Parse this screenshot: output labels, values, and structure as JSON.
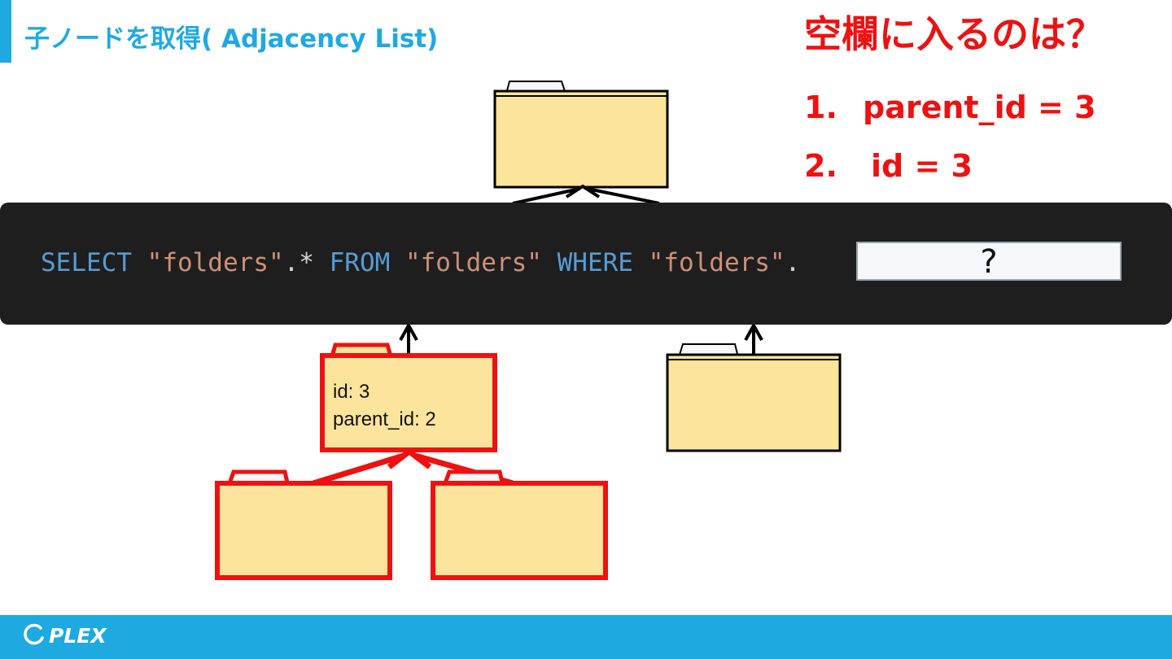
{
  "slide": {
    "title": "子ノードを取得( Adjacency List)",
    "question": "空欄に入るのは？",
    "options": [
      {
        "number": "1.",
        "text": "parent_id = 3"
      },
      {
        "number": "2.",
        "text": "id = 3"
      }
    ]
  },
  "code": {
    "tokens": [
      {
        "type": "keyword",
        "text": "SELECT"
      },
      {
        "type": "plain",
        "text": " "
      },
      {
        "type": "string",
        "text": "\"folders\""
      },
      {
        "type": "punct",
        "text": ".* "
      },
      {
        "type": "keyword",
        "text": "FROM"
      },
      {
        "type": "plain",
        "text": " "
      },
      {
        "type": "string",
        "text": "\"folders\""
      },
      {
        "type": "plain",
        "text": " "
      },
      {
        "type": "keyword",
        "text": "WHERE"
      },
      {
        "type": "plain",
        "text": " "
      },
      {
        "type": "string",
        "text": "\"folders\""
      },
      {
        "type": "punct",
        "text": "."
      }
    ],
    "blank": "?"
  },
  "node": {
    "id_label": "id: 3",
    "parent_label": "parent_id: 2"
  },
  "footer": {
    "logo_text": "PLEX"
  },
  "colors": {
    "accent": "#1fa9e1",
    "highlight": "#ee1111",
    "folder_fill": "#fde49c",
    "code_bg": "#1e1e1e",
    "keyword": "#569cd6",
    "string": "#ce9178"
  }
}
